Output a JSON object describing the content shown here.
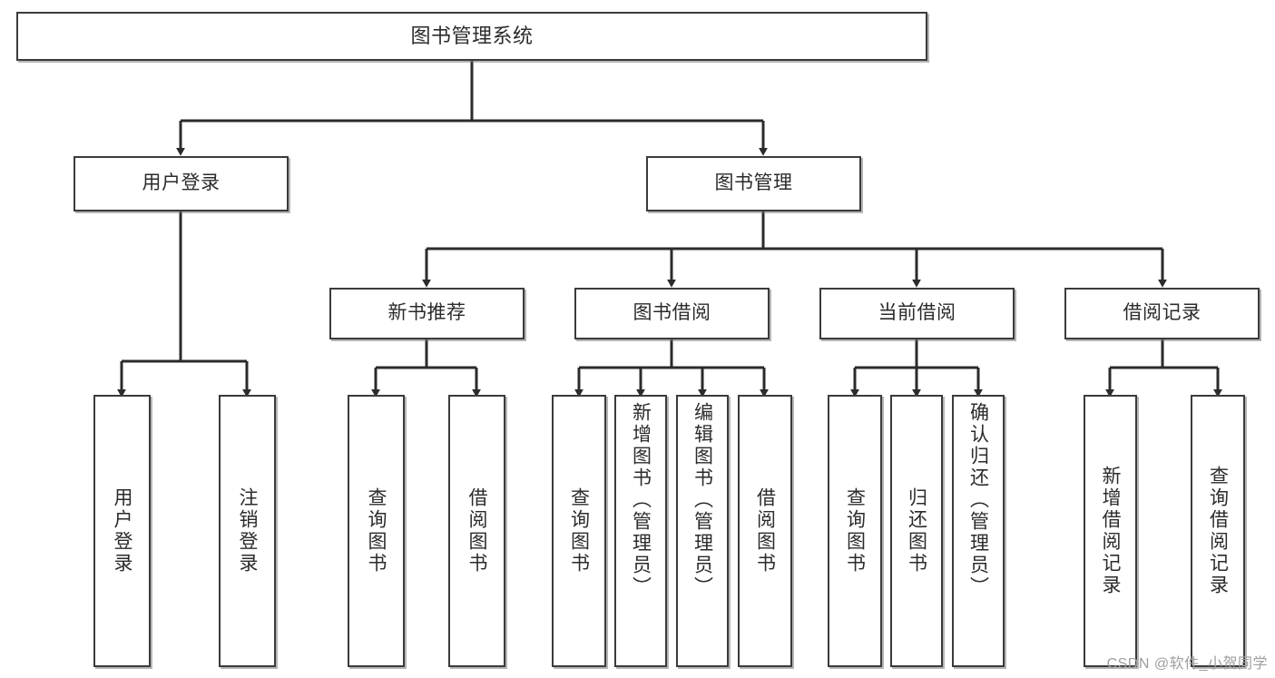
{
  "diagram": {
    "title": "图书管理系统",
    "type": "tree-hierarchy",
    "background_color": "#ffffff",
    "node_border_color": "#3b3b3b",
    "node_fill_color": "#ffffff",
    "edge_color": "#2b2b2b",
    "text_color": "#2b2b2b"
  },
  "root": {
    "label": "图书管理系统"
  },
  "level2": [
    {
      "label": "用户登录"
    },
    {
      "label": "图书管理"
    }
  ],
  "level3": [
    {
      "label": "新书推荐"
    },
    {
      "label": "图书借阅"
    },
    {
      "label": "当前借阅"
    },
    {
      "label": "借阅记录"
    }
  ],
  "leaves": {
    "user_login": [
      {
        "label": "用户登录"
      },
      {
        "label": "注销登录"
      }
    ],
    "new_book_recommend": [
      {
        "label": "查询图书"
      },
      {
        "label": "借阅图书"
      }
    ],
    "book_borrow": [
      {
        "label": "查询图书"
      },
      {
        "label": "新增图书（管理员）"
      },
      {
        "label": "编辑图书（管理员）"
      },
      {
        "label": "借阅图书"
      }
    ],
    "current_borrow": [
      {
        "label": "查询图书"
      },
      {
        "label": "归还图书"
      },
      {
        "label": "确认归还（管理员）"
      }
    ],
    "borrow_records": [
      {
        "label": "新增借阅记录"
      },
      {
        "label": "查询借阅记录"
      }
    ]
  },
  "watermark": {
    "text": "CSDN @软件_小贺同学"
  }
}
